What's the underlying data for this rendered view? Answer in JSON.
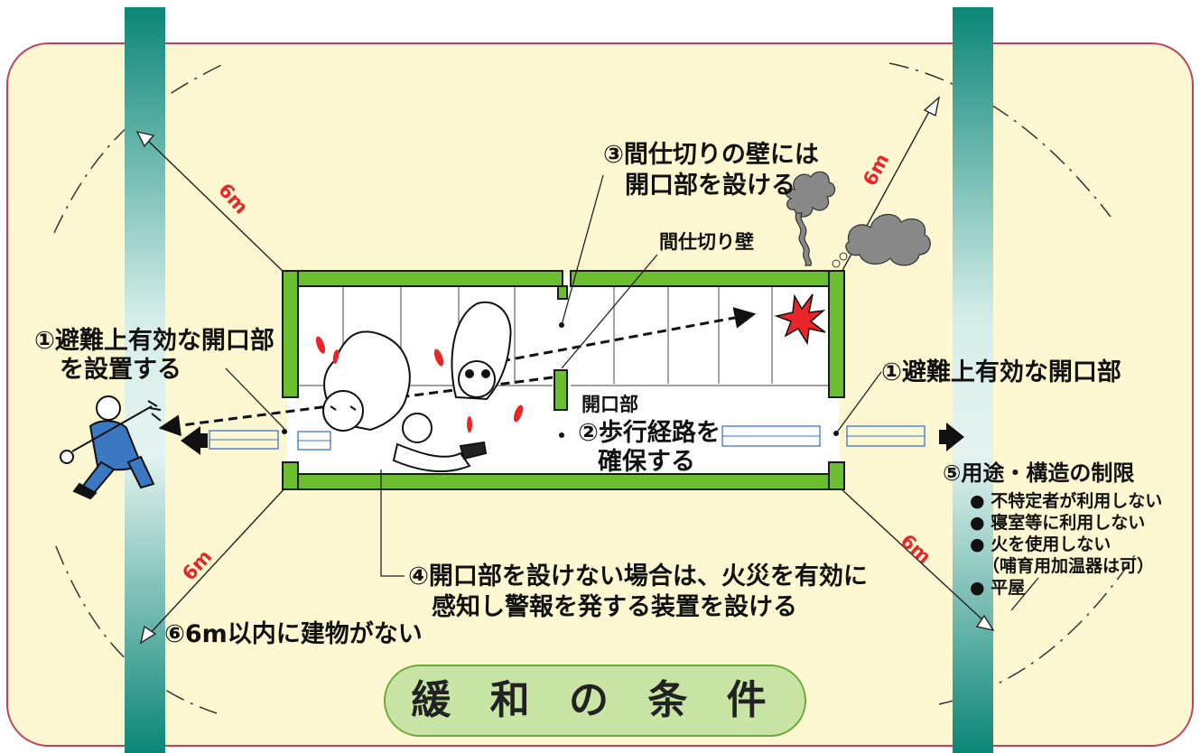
{
  "title": "緩 和 の 条 件",
  "distance_label": "6m",
  "conditions": {
    "c1_left_line1": "①避難上有効な開口部",
    "c1_left_line2": "を設置する",
    "c1_right": "①避難上有効な開口部",
    "c2_line1": "②歩行経路を",
    "c2_line2": "確保する",
    "c3_line1": "③間仕切りの壁には",
    "c3_line2": "開口部を設ける",
    "c4_line1": "④開口部を設けない場合は、火災を有効に",
    "c4_line2": "感知し警報を発する装置を設ける",
    "c5_head": "⑤用途・構造の制限",
    "c5_items": [
      "● 不特定者が利用しない",
      "● 寝室等に利用しない",
      "● 火を使用しない",
      "（哺育用加温器は可）",
      "● 平屋"
    ],
    "c6": "⑥6m以内に建物がない"
  },
  "labels": {
    "partition_wall": "間仕切り壁",
    "opening": "開口部"
  },
  "colors": {
    "panel": "#fdf8d2",
    "panel_border": "#c2405a",
    "wall": "#6bbf2e",
    "pillar": "#0d8a7c",
    "distance": "#e8262a",
    "path_marks": "#3b73c9",
    "title_pill": "#c9e5a6"
  }
}
